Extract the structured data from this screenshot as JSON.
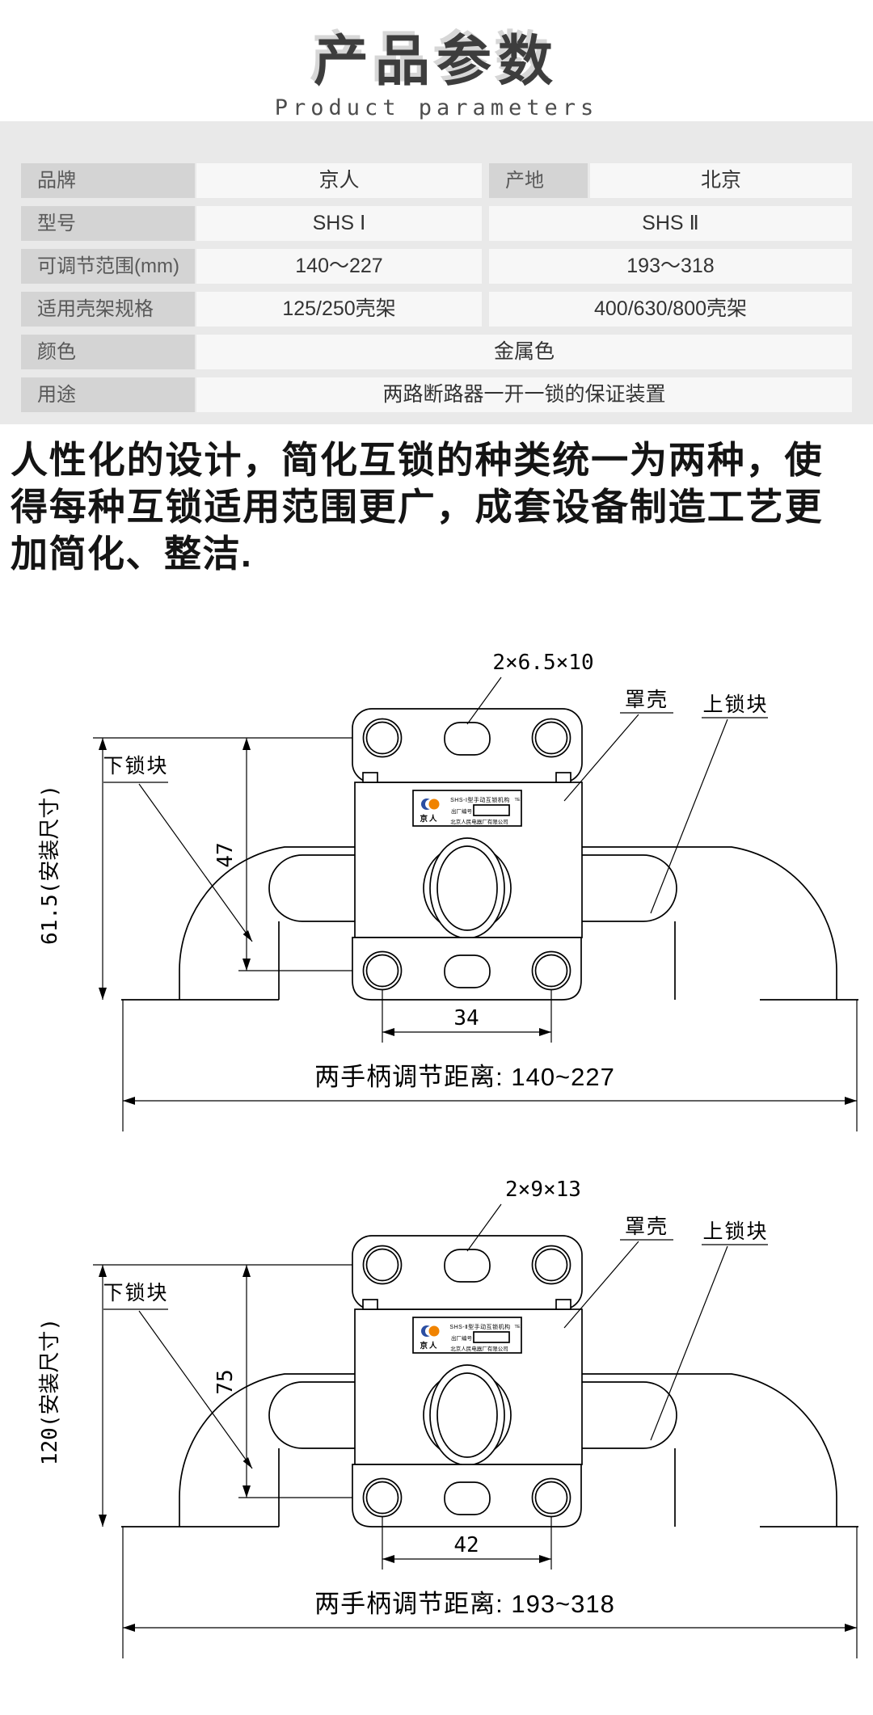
{
  "header": {
    "title": "产品参数",
    "subtitle": "Product parameters"
  },
  "table": {
    "brand": {
      "label": "品牌",
      "value": "京人",
      "label2": "产地",
      "value2": "北京"
    },
    "model": {
      "label": "型号",
      "value": "SHS Ⅰ",
      "value2": "SHS Ⅱ"
    },
    "range": {
      "label": "可调节范围(mm)",
      "value": "140～227",
      "value2": "193～318"
    },
    "frame": {
      "label": "适用壳架规格",
      "value": "125/250壳架",
      "value2": "400/630/800壳架"
    },
    "color": {
      "label": "颜色",
      "value": "金属色"
    },
    "usage": {
      "label": "用途",
      "value": "两路断路器一开一锁的保证装置"
    }
  },
  "description": "人性化的设计，简化互锁的种类统一为两种，使得每种互锁适用范围更广，成套设备制造工艺更加简化、整洁.",
  "drawings": [
    {
      "hole_dim": "2×6.5×10",
      "cover_label": "罩壳",
      "upper_lock_label": "上锁块",
      "lower_lock_label": "下锁块",
      "mount_dim": "61.5(安装尺寸)",
      "inner_dim": "47",
      "hole_spacing": "34",
      "adjust_range": "两手柄调节距离: 140~227",
      "plate": {
        "model_line": "SHS-Ⅰ型手动互锁机构",
        "corner_mark": "TE",
        "serial_label": "出厂编号",
        "company": "北京人民电器厂有限公司",
        "brand": "京人"
      }
    },
    {
      "hole_dim": "2×9×13",
      "cover_label": "罩壳",
      "upper_lock_label": "上锁块",
      "lower_lock_label": "下锁块",
      "mount_dim": "120(安装尺寸)",
      "inner_dim": "75",
      "hole_spacing": "42",
      "adjust_range": "两手柄调节距离: 193~318",
      "plate": {
        "model_line": "SHS-Ⅱ型手动互锁机构",
        "corner_mark": "TE",
        "serial_label": "出厂编号",
        "company": "北京人民电器厂有限公司",
        "brand": "京人"
      }
    }
  ]
}
